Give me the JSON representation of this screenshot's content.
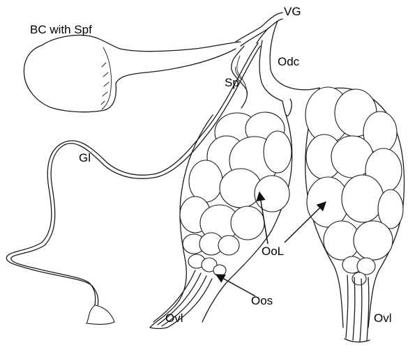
{
  "labels": {
    "vg": "VG",
    "bc": "BC with Spf",
    "odc": "Odc",
    "sp": "Sp",
    "gl": "Gl",
    "ool": "OoL",
    "oos": "Oos",
    "ovl_left": "Ovl",
    "ovl_right": "Ovl"
  },
  "colors": {
    "line": "#1a1a1a",
    "background": "#ffffff"
  }
}
